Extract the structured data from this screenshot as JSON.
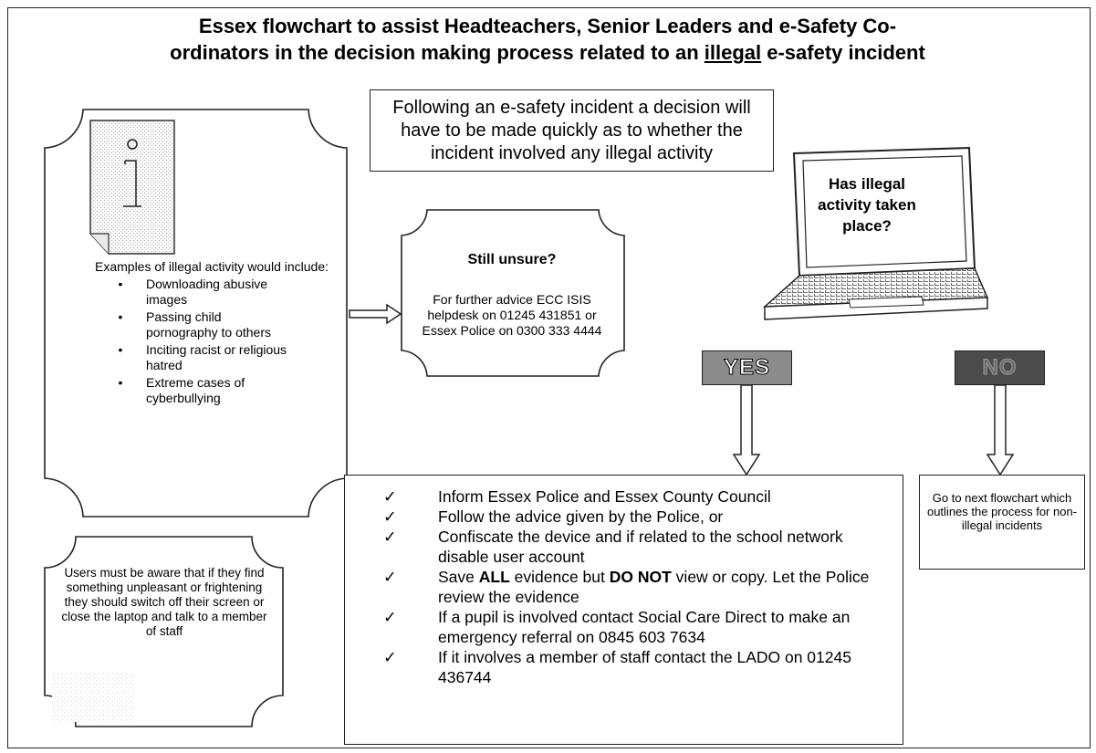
{
  "title": {
    "line1": "Essex flowchart to assist Headteachers, Senior Leaders and e-Safety Co-",
    "line2_before": "ordinators in the decision making process related to an ",
    "line2_underlined": "illegal",
    "line2_after": " e-safety incident"
  },
  "intro": {
    "text": "Following an e-safety incident a decision will have to be made quickly as to whether the incident involved any illegal activity"
  },
  "examples": {
    "icon": "information-icon",
    "heading": "Examples of illegal activity would include:",
    "bullet_glyph": "•",
    "items": [
      "Downloading abusive images",
      "Passing child pornography to others",
      "Inciting racist or religious hatred",
      "Extreme cases of cyberbullying"
    ]
  },
  "unsure": {
    "title": "Still unsure?",
    "body": "For further advice ECC ISIS helpdesk on 01245 431851 or Essex Police on 0300 333 4444"
  },
  "laptop": {
    "icon": "laptop-icon",
    "question": "Has illegal activity taken place?"
  },
  "yes_label": "YES",
  "no_label": "NO",
  "actions": {
    "tick_glyph": "✓",
    "items": [
      {
        "text": "Inform Essex Police and Essex County Council"
      },
      {
        "text": "Follow the advice given by the Police, or"
      },
      {
        "text": "Confiscate the device and if related to the school network disable user account"
      },
      {
        "pre": "Save ",
        "b1": "ALL",
        "mid": " evidence but ",
        "b2": "DO NOT",
        "post": " view or copy. Let the Police review the evidence"
      },
      {
        "text": "If a pupil is involved contact Social Care Direct to make an emergency referral on 0845 603 7634"
      },
      {
        "text": "If it involves a member of staff contact the LADO on 01245 436744"
      }
    ]
  },
  "next": {
    "text": "Go to next flowchart which outlines the process for non-illegal incidents"
  },
  "users": {
    "text": "Users must be aware that if they find something unpleasant or frightening they should switch off their screen or close the laptop and talk to a member of staff"
  }
}
